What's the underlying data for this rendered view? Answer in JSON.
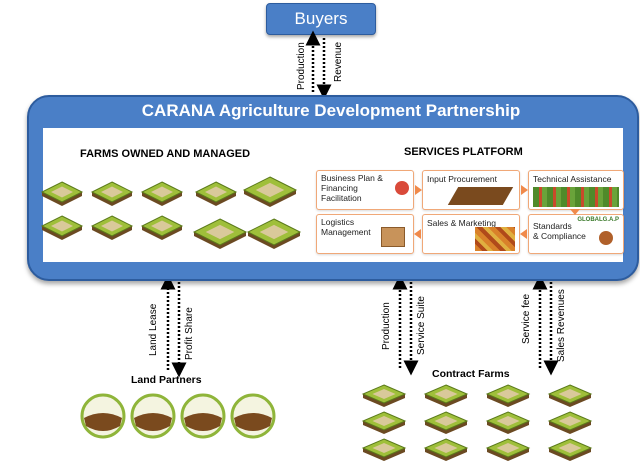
{
  "buyers": {
    "label": "Buyers"
  },
  "top_flows": {
    "left": "Production",
    "right": "Revenue"
  },
  "partnership": {
    "title": "CARANA Agriculture Development Partnership"
  },
  "farms": {
    "title": "FARMS OWNED AND MANAGED"
  },
  "services": {
    "title": "SERVICES PLATFORM",
    "items": [
      {
        "label": "Business Plan &\nFinancing\nFacilitation"
      },
      {
        "label": "Input Procurement"
      },
      {
        "label": "Technical Assistance"
      },
      {
        "label": "Logistics\nManagement"
      },
      {
        "label": "Sales & Marketing"
      },
      {
        "label": "Standards\n& Compliance"
      }
    ],
    "logo_text": "GLOBALG.A.P"
  },
  "land_partners": {
    "title": "Land Partners",
    "flow_out": "Land Lease",
    "flow_in": "Profit Share"
  },
  "contract_farms": {
    "title": "Contract Farms",
    "flows": [
      "Production",
      "Service Suite",
      "Service fee",
      "Sales Revenues"
    ]
  },
  "colors": {
    "band_blue": "#4a7fc7",
    "arrow_orange": "#f08a4b",
    "soil_brown": "#7a4a1e",
    "grass_green": "#9fbf3a"
  }
}
